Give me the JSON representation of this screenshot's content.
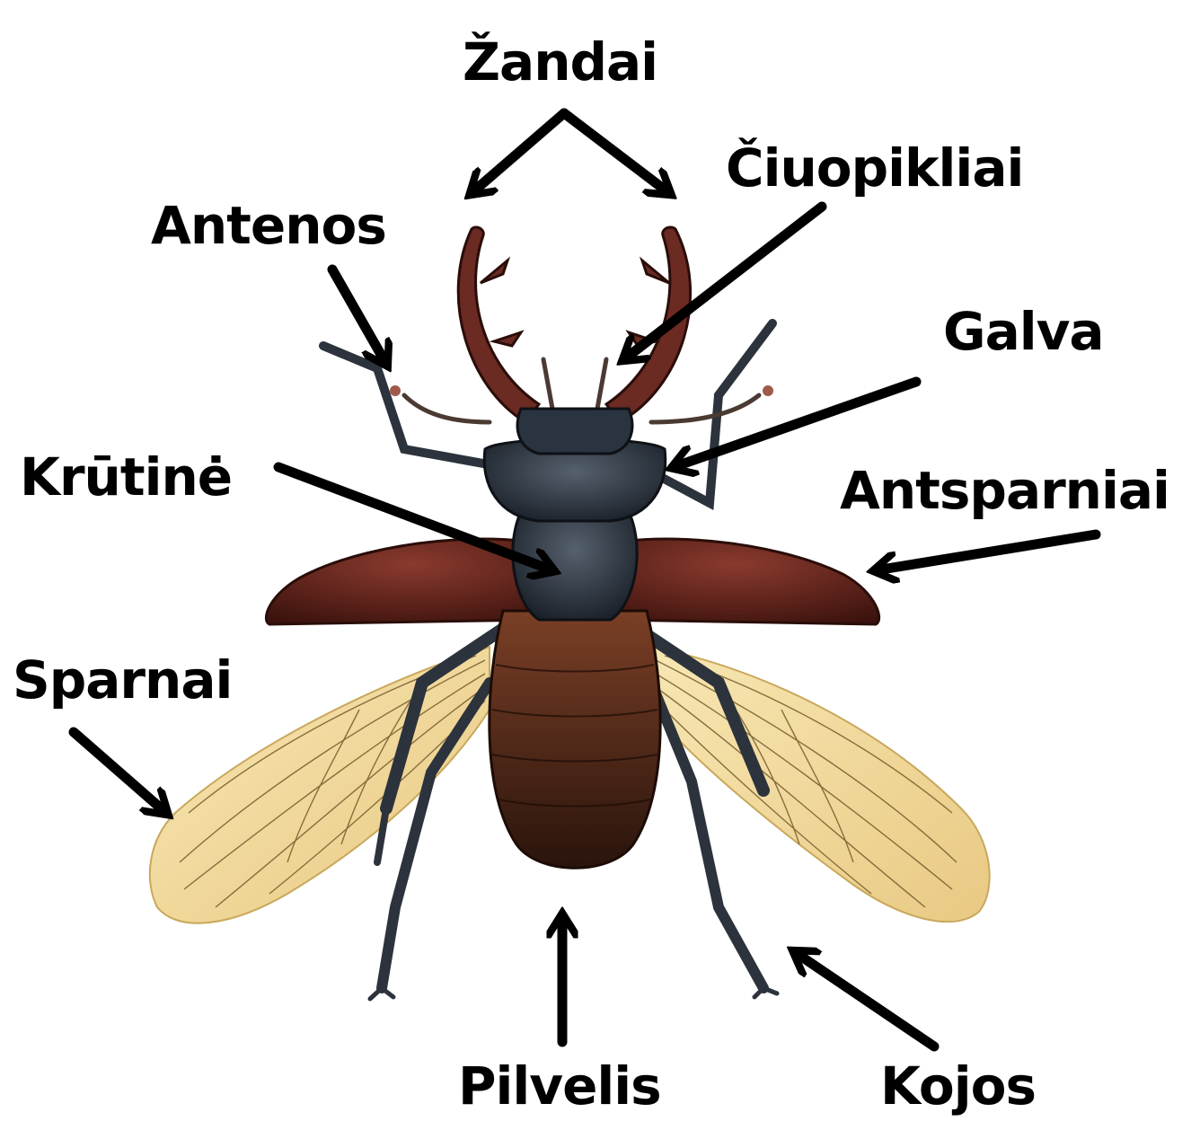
{
  "diagram": {
    "labels": {
      "mandibles": "Žandai",
      "palps": "Čiuopikliai",
      "antennae": "Antenos",
      "head": "Galva",
      "thorax": "Krūtinė",
      "elytra": "Antsparniai",
      "wings": "Sparnai",
      "abdomen": "Pilvelis",
      "legs": "Kojos"
    }
  },
  "colors": {
    "background": "#ffffff",
    "text": "#000000",
    "arrow": "#000000",
    "elytra": "#5a2018",
    "body": "#1f2630",
    "mandible": "#6b2a22",
    "wing": "#f1dca0",
    "wing_vein": "#6e5326",
    "abdomen": "#3a1f14"
  }
}
